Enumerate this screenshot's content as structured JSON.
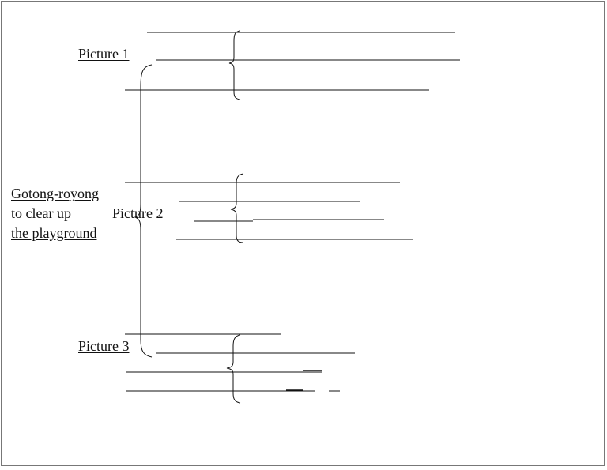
{
  "diagram": {
    "main_topic": {
      "line1": "Gotong-royong",
      "line2": "to clear up",
      "line3": "the playground"
    },
    "pictures": [
      {
        "label": "Picture 1"
      },
      {
        "label": "Picture 2"
      },
      {
        "label": "Picture 3"
      }
    ],
    "colors": {
      "line": "#111111",
      "text": "#111111",
      "frame": "#777777",
      "background": "#ffffff"
    }
  }
}
